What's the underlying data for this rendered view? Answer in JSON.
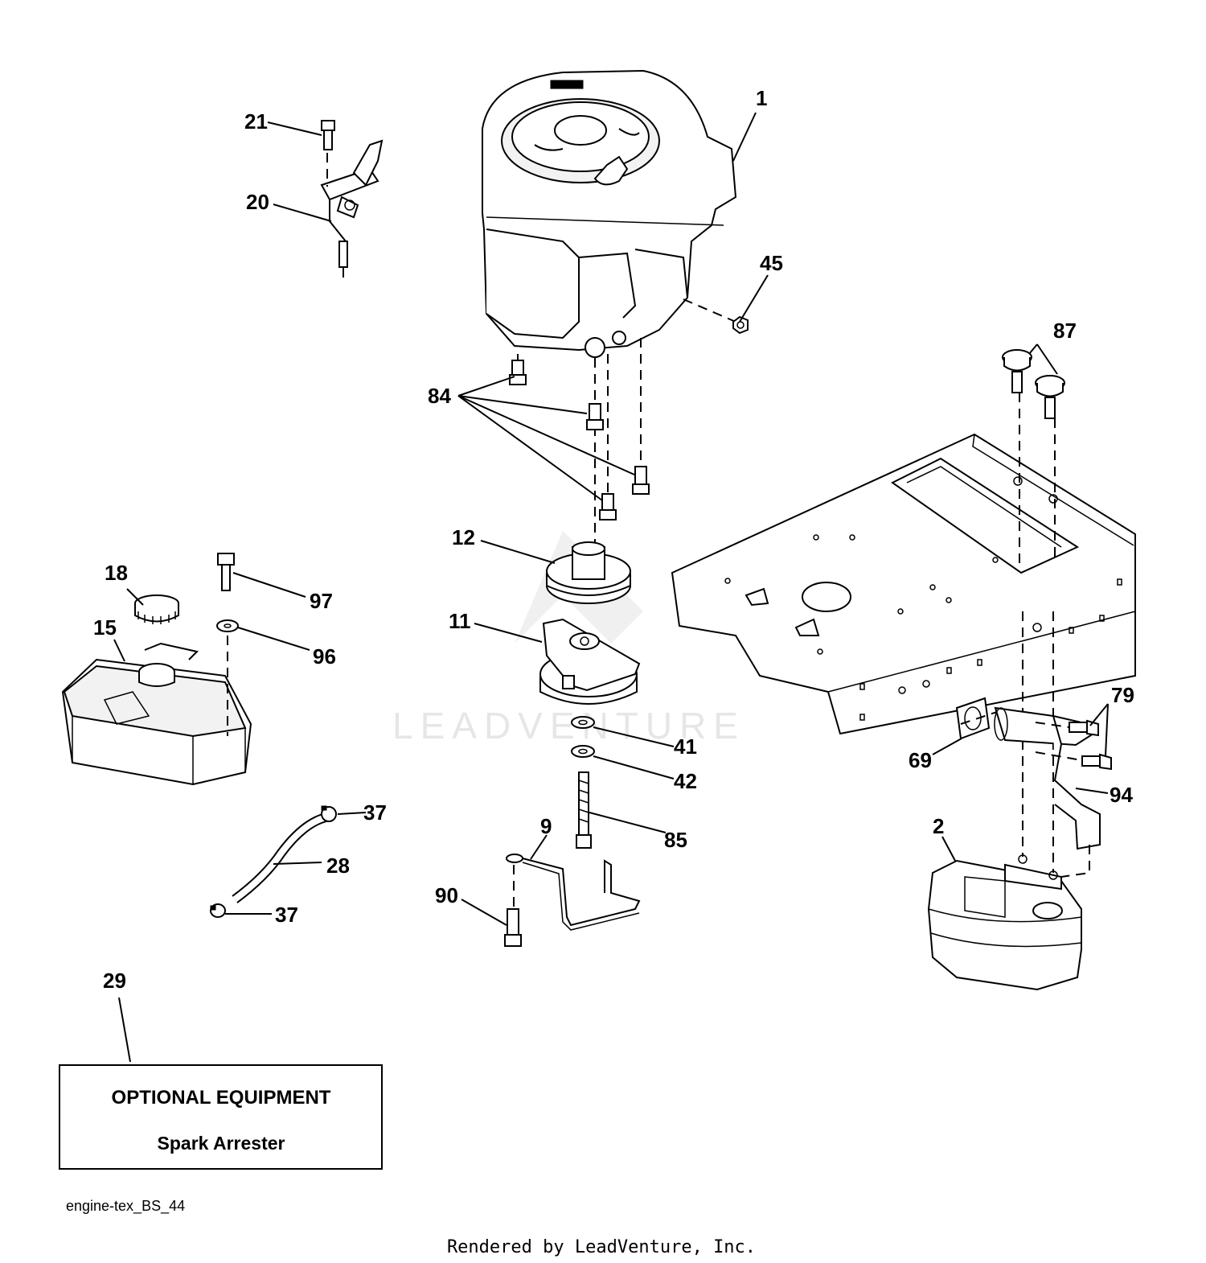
{
  "watermark": "LEADVENTURE",
  "callouts": {
    "c1": "1",
    "c2": "2",
    "c9": "9",
    "c11": "11",
    "c12": "12",
    "c15": "15",
    "c18": "18",
    "c20": "20",
    "c21": "21",
    "c28": "28",
    "c29": "29",
    "c37a": "37",
    "c37b": "37",
    "c41": "41",
    "c42": "42",
    "c45": "45",
    "c69": "69",
    "c79": "79",
    "c84": "84",
    "c85": "85",
    "c87": "87",
    "c90": "90",
    "c94": "94",
    "c96": "96",
    "c97": "97"
  },
  "optional_box": {
    "title": "OPTIONAL EQUIPMENT",
    "subtitle": "Spark Arrester"
  },
  "diagram_code": "engine-tex_BS_44",
  "footer": "Rendered by LeadVenture, Inc."
}
